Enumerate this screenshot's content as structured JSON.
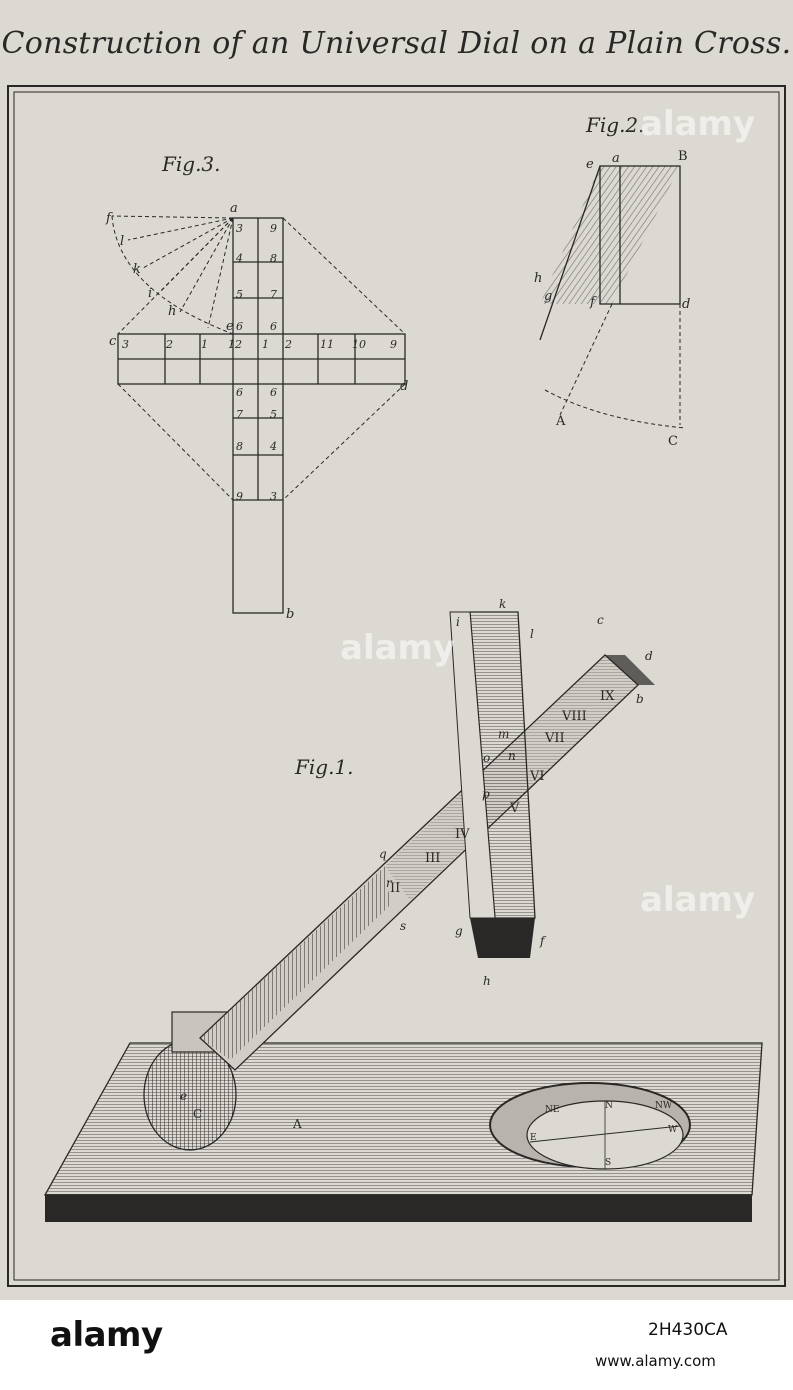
{
  "plate": {
    "title": "Construction of an Universal Dial on a Plain Cross.",
    "fig1_label": "Fig.1.",
    "fig2_label": "Fig.2.",
    "fig3_label": "Fig.3.",
    "fig1_letters": [
      "k",
      "l",
      "i",
      "c",
      "d",
      "b",
      "m",
      "o",
      "n",
      "p",
      "q",
      "r",
      "s",
      "g",
      "h",
      "f",
      "e",
      "A",
      "C"
    ],
    "fig1_numerals": [
      "II",
      "III",
      "IV",
      "V",
      "VI",
      "VII",
      "VIII",
      "IX"
    ],
    "fig2_letters": [
      "e",
      "a",
      "B",
      "d",
      "f",
      "h",
      "g",
      "A",
      "C"
    ],
    "fig3_letters": [
      "a",
      "f",
      "l",
      "k",
      "i",
      "h",
      "e",
      "c",
      "d",
      "b"
    ],
    "fig3_numbers": [
      "3",
      "9",
      "4",
      "8",
      "5",
      "7",
      "6",
      "6",
      "3",
      "2",
      "1",
      "12",
      "1",
      "2",
      "11",
      "10",
      "9",
      "6",
      "6",
      "7",
      "5",
      "8",
      "4",
      "9",
      "3"
    ],
    "compass_marks": [
      "N",
      "NE",
      "NW",
      "E",
      "W",
      "S"
    ]
  },
  "watermark": {
    "text": "alamy"
  },
  "footer": {
    "logo": "alamy",
    "image_id": "2H430CA",
    "site": "www.alamy.com"
  },
  "colors": {
    "paper": "#dcd9d3",
    "ink": "#2a2826",
    "footer_bg": "#ffffff"
  }
}
